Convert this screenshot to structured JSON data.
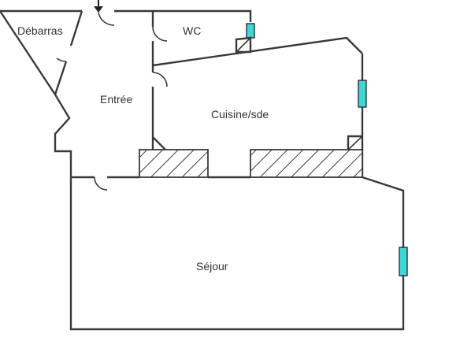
{
  "rooms": {
    "debarras": "Débarras",
    "wc": "WC",
    "entree": "Entrée",
    "cuisine": "Cuisine/sde",
    "sejour": "Séjour"
  },
  "colors": {
    "wall": "#3a3a3a",
    "window": "#3fd6d6"
  }
}
